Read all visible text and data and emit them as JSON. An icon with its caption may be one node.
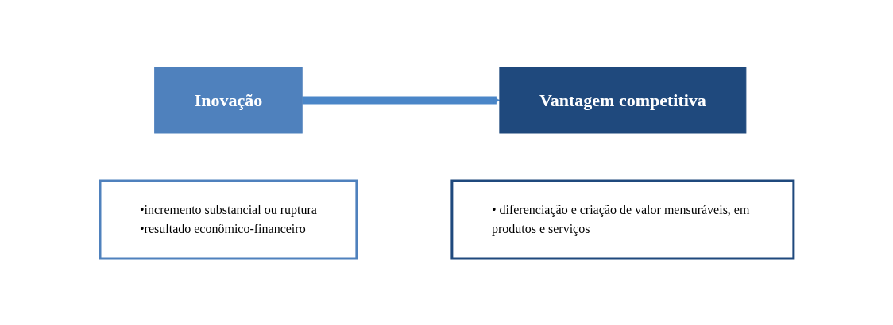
{
  "diagram": {
    "nodes": [
      {
        "text": [
          "Inovação"
        ]
      },
      {
        "text": [
          "•incremento substancial ou ruptura",
          "•resultado econômico-financeiro"
        ]
      },
      {
        "text": [
          "Vantagem competitiva"
        ]
      },
      {
        "text": [
          "• diferenciação e criação de valor mensuráveis, em produtos e serviços"
        ]
      }
    ],
    "edges": [
      {
        "from": 0,
        "to": 2,
        "arrow": "to"
      }
    ]
  }
}
